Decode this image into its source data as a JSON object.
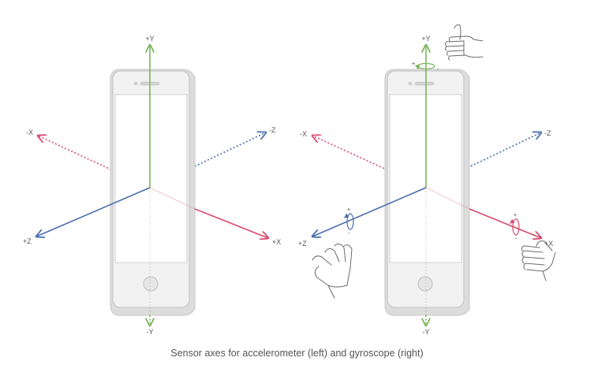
{
  "caption": "Sensor axes for accelerometer (left) and gyroscope (right)",
  "colors": {
    "x_axis": "#d94a6e",
    "y_axis": "#7ab55c",
    "z_axis": "#4a6fb0",
    "phone_body": "#f2f2f2",
    "phone_outline": "#c8c8c8",
    "caption_text": "#555555"
  },
  "left_diagram": {
    "labels": {
      "plus_y": "+Y",
      "minus_y": "-Y",
      "plus_x": "+X",
      "minus_x": "-X",
      "plus_z": "+Z",
      "minus_z": "-Z"
    }
  },
  "right_diagram": {
    "labels": {
      "plus_y": "+Y",
      "minus_y": "-Y",
      "plus_x": "+X",
      "minus_x": "-X",
      "plus_z": "+Z",
      "minus_z": "-Z"
    },
    "rotation_signs": {
      "y_plus": "+",
      "y_minus": "-",
      "x_plus": "+",
      "x_minus": "-",
      "z_plus": "+",
      "z_minus": "-"
    },
    "icons": [
      "thumbs-up-hand-icon",
      "left-hand-icon",
      "right-hand-icon",
      "rotation-arrow-icon"
    ]
  }
}
